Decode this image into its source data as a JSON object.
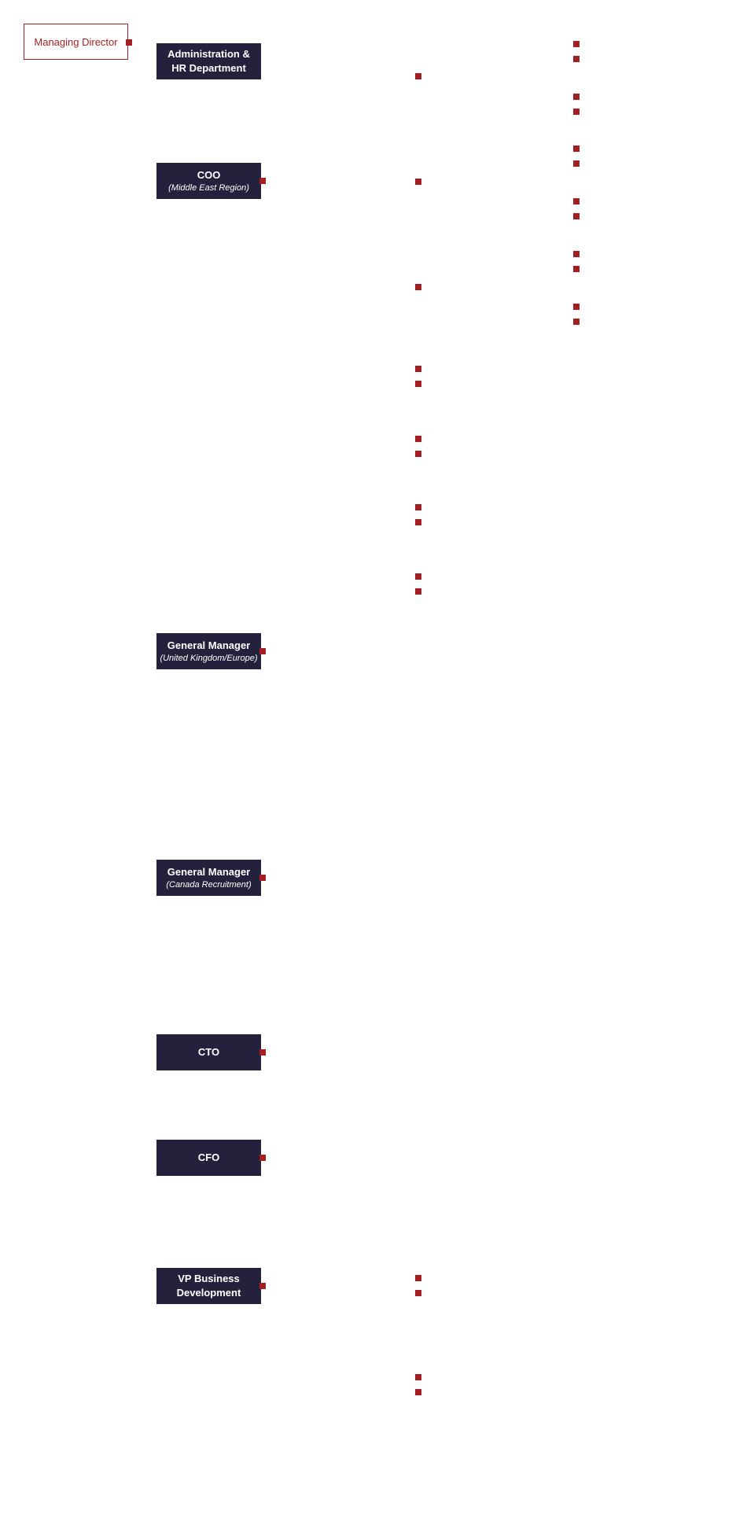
{
  "root": {
    "label": "Managing Director"
  },
  "nodes": [
    {
      "title": "Administration &",
      "title2": "HR Department",
      "subtitle": ""
    },
    {
      "title": "COO",
      "title2": "",
      "subtitle": "(Middle East Region)"
    },
    {
      "title": "General Manager",
      "title2": "",
      "subtitle": "(United Kingdom/Europe)"
    },
    {
      "title": "General Manager",
      "title2": "",
      "subtitle": "(Canada Recruitment)"
    },
    {
      "title": "CTO",
      "title2": "",
      "subtitle": ""
    },
    {
      "title": "CFO",
      "title2": "",
      "subtitle": ""
    },
    {
      "title": "VP Business",
      "title2": "Development",
      "subtitle": ""
    }
  ],
  "colors": {
    "accent": "#a31f22",
    "node_bg": "#23213b",
    "node_text": "#ffffff"
  }
}
